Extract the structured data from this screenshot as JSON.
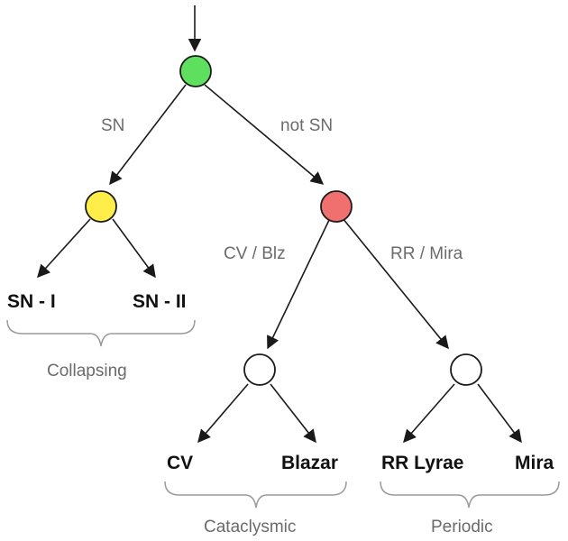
{
  "nodes": {
    "root": {
      "color": "#5ee05e"
    },
    "sn": {
      "color": "#ffee4a"
    },
    "not_sn": {
      "color": "#f07070"
    },
    "cv_blz": {
      "color": "#ffffff"
    },
    "rr_mira": {
      "color": "#ffffff"
    }
  },
  "edge_labels": {
    "sn": "SN",
    "not_sn": "not SN",
    "cv_blz": "CV / Blz",
    "rr_mira": "RR / Mira"
  },
  "leaves": {
    "sn_i": "SN - I",
    "sn_ii": "SN - II",
    "cv": "CV",
    "blazar": "Blazar",
    "rr_lyrae": "RR Lyrae",
    "mira": "Mira"
  },
  "groups": {
    "collapsing": "Collapsing",
    "cataclysmic": "Cataclysmic",
    "periodic": "Periodic"
  }
}
